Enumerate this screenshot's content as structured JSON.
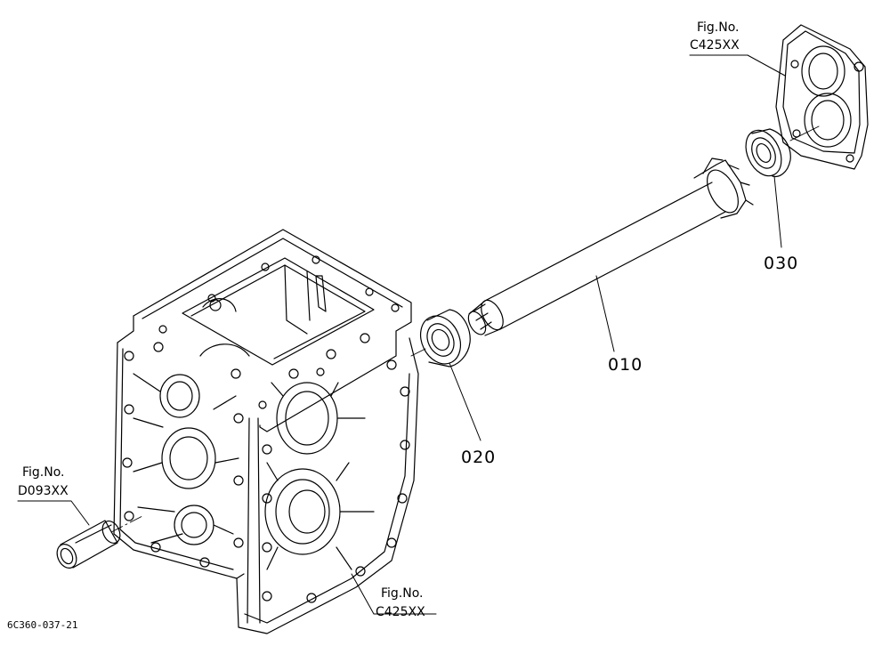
{
  "diagram": {
    "drawing_code": "6C360-037-21",
    "callouts": {
      "top_ref": {
        "line1": "Fig.No.",
        "line2": "C425XX"
      },
      "left_ref": {
        "line1": "Fig.No.",
        "line2": "D093XX"
      },
      "bottom_ref": {
        "line1": "Fig.No.",
        "line2": "C425XX"
      }
    },
    "parts": {
      "shaft": "010",
      "bearing_front": "020",
      "bearing_rear": "030"
    },
    "line_color": "#000000"
  }
}
